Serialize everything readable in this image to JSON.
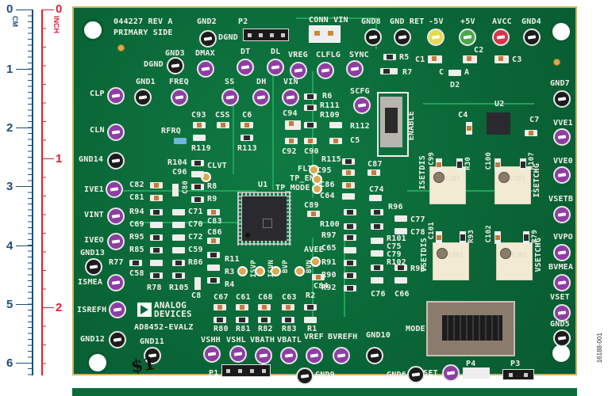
{
  "ruler": {
    "cm": {
      "unit": "CM",
      "ticks": [
        "0",
        "1",
        "2",
        "3",
        "4",
        "5",
        "6"
      ],
      "color": "#1f4e79"
    },
    "inch": {
      "unit": "INCH",
      "ticks": [
        "0",
        "1",
        "2"
      ],
      "color": "#d6203a"
    }
  },
  "board": {
    "part_number": "044227 REV A",
    "side": "PRIMARY SIDE",
    "brand_line1": "ANALOG",
    "brand_line2": "DEVICES",
    "model": "AD8452-EVALZ",
    "handwritten": "$1",
    "colors": {
      "pcb": "#0b6b3a",
      "silkscreen": "#f1f1ea",
      "testpoint_purple": "#8e3ea3",
      "testpoint_black": "#1c1c1c",
      "testpoint_yellow": "#e8d94a",
      "testpoint_green": "#48a848",
      "testpoint_red": "#d63448"
    }
  },
  "testpoints": {
    "gnd2": "GND2",
    "dgnd_a": "DGND",
    "gnd3": "GND3",
    "dgnd_b": "DGND",
    "dmax": "DMAX",
    "dt": "DT",
    "dl": "DL",
    "gnd1": "GND1",
    "freq": "FREQ",
    "ss": "SS",
    "dh": "DH",
    "vin": "VIN",
    "clp": "CLP",
    "cln": "CLN",
    "gnd14": "GND14",
    "ive1": "IVE1",
    "vint": "VINT",
    "iveo": "IVEO",
    "gnd13": "GND13",
    "ismea": "ISMEA",
    "isrefh": "ISREFH",
    "gnd12": "GND12",
    "gnd11": "GND11",
    "vreg": "VREG",
    "clflg": "CLFLG",
    "sync": "SYNC",
    "scfg": "SCFG",
    "conn_vin": "CONN VIN",
    "gnd8": "GND8",
    "gnd_ret": "GND RET",
    "neg5v": "-5V",
    "pos5v": "+5V",
    "avcc": "AVCC",
    "gnd4": "GND4",
    "gnd7": "GND7",
    "vve1": "VVE1",
    "vve0": "VVE0",
    "vsetb": "VSETB",
    "vvpo": "VVPO",
    "bvmea": "BVMEA",
    "vset": "VSET",
    "gnd5": "GND5",
    "iset": "ISET",
    "vshh": "VSHH",
    "vshl": "VSHL",
    "vbath": "VBATH",
    "vbatl": "VBATL",
    "vref": "VREF",
    "bvrefh": "BVREFH",
    "gnd10": "GND10",
    "gnd9": "GND9",
    "gnd6": "GND6",
    "clvt": "CLVT",
    "rfrq": "RFRQ",
    "flt": "FLT",
    "tp_en": "TP_EN",
    "tp_mode": "TP_MODE",
    "avee": "AVEE",
    "isvp": "ISVP",
    "isvn": "ISVN",
    "bvp": "BVP",
    "bvn": "BVN"
  },
  "connectors": {
    "p1": "P1",
    "p2": "P2",
    "p3": "P3",
    "p4": "P4"
  },
  "switches": {
    "enable": "ENABLE",
    "mode": "MODE"
  },
  "ics": {
    "u1": "U1",
    "u2": "U2",
    "d2": "D2",
    "d2_c": "C",
    "d2_a": "A"
  },
  "pots": {
    "isetdis": "ISETDIS",
    "isetchg": "ISETCHG",
    "vsetdis": "VSETDIS",
    "vsetchg": "VSETCHG",
    "pot_marking1": "Y203",
    "pot_marking2": "537C0"
  },
  "components": {
    "c1": "C1",
    "c2": "C2",
    "c3": "C3",
    "c4": "C4",
    "c5": "C5",
    "c6": "C6",
    "c7": "C7",
    "c8": "C8",
    "r5": "R5",
    "r6": "R6",
    "r7": "R7",
    "r111": "R111",
    "r109": "R109",
    "r112": "R112",
    "c93": "C93",
    "css": "CSS",
    "r119": "R119",
    "r113": "R113",
    "c94": "C94",
    "c92": "C92",
    "c90": "C90",
    "r104": "R104",
    "c96": "C96",
    "c82": "C82",
    "c81": "C81",
    "c80": "C80",
    "r8": "R8",
    "r9": "R9",
    "r94": "R94",
    "c71": "C71",
    "c69": "C69",
    "c70": "C70",
    "c83": "C83",
    "r95": "R95",
    "c72": "C72",
    "c86a": "C86",
    "r85": "R85",
    "c59": "C59",
    "r77": "R77",
    "r86": "R86",
    "r11": "R11",
    "c58": "C58",
    "r3": "R3",
    "r78": "R78",
    "r105": "R105",
    "r4": "R4",
    "r115": "R115",
    "c95": "C95",
    "c87": "C87",
    "c86": "C86",
    "c64": "C64",
    "c74": "C74",
    "c89": "C89",
    "r96": "R96",
    "c77": "C77",
    "r100": "R100",
    "c78": "C78",
    "r97": "R97",
    "r101": "R101",
    "c65": "C65",
    "c75": "C75",
    "c79": "C79",
    "r91": "R91",
    "r102": "R102",
    "r90": "R90",
    "r98": "R98",
    "c84": "C84",
    "r92": "R92",
    "c76": "C76",
    "c66": "C66",
    "c99": "C99",
    "r30": "R30",
    "c100": "C100",
    "r107": "R107",
    "c101": "C101",
    "r93": "R93",
    "c102": "C102",
    "r79": "R79",
    "c67": "C67",
    "c61": "C61",
    "c68": "C68",
    "c63": "C63",
    "r2": "R2",
    "r80": "R80",
    "r81": "R81",
    "r82": "R82",
    "r83": "R83",
    "r1": "R1"
  },
  "figure_id": "16188-001"
}
